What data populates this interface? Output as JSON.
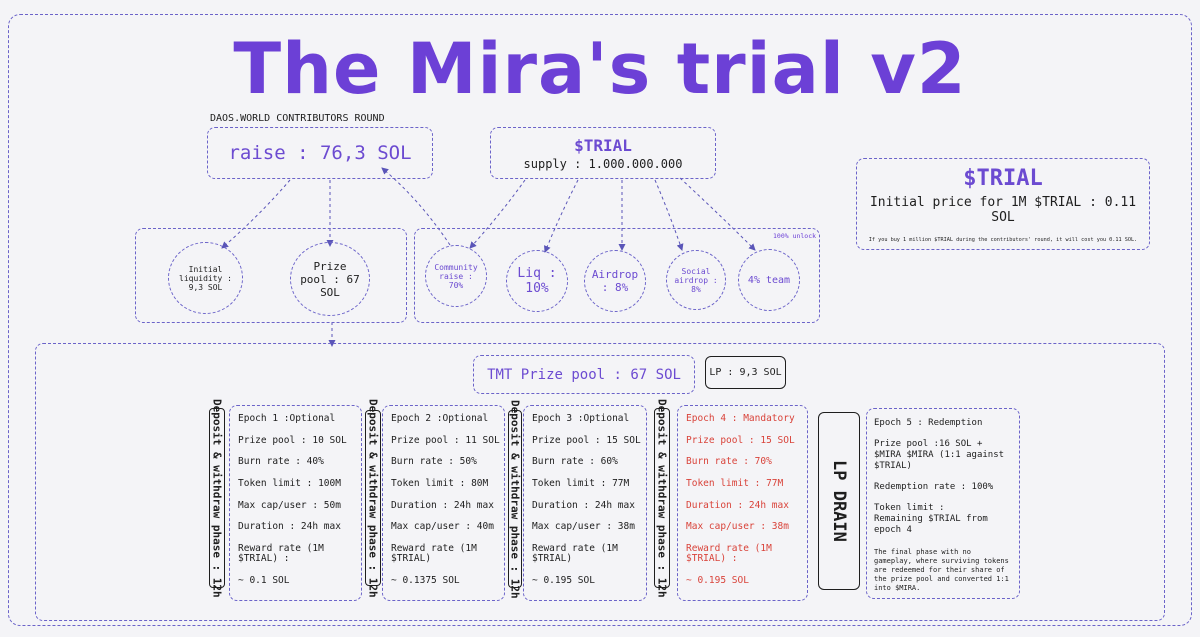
{
  "title": "The Mira's trial v2",
  "contributors": {
    "heading": "DAOS.WORLD CONTRIBUTORS ROUND",
    "raise": "raise : 76,3 SOL"
  },
  "token": {
    "name": "$TRIAL",
    "supply": "supply : 1.000.000.000"
  },
  "price_box": {
    "name": "$TRIAL",
    "price": "Initial price for 1M $TRIAL : 0.11 SOL",
    "note": "If you buy 1 million $TRIAL during the contributors' round, it will cost you 0.11 SOL."
  },
  "raise_split": {
    "liquidity": "Initial liquidity : 9,3 SOL",
    "prize_pool": "Prize pool : 67 SOL"
  },
  "allocation": {
    "unlock": "100% unlock",
    "community": "Community raise : 70%",
    "liq": "Liq : 10%",
    "airdrop": "Airdrop : 8%",
    "social": "Social airdrop : 8%",
    "team": "4% team"
  },
  "prize_pool_box": "TMT Prize pool : 67 SOL",
  "lp_box": "LP : 9,3 SOL",
  "phase_label": "Deposit & withdraw phase : 12h",
  "lp_drain": "LP DRAIN",
  "epochs": [
    {
      "lines": [
        "Epoch 1 :Optional",
        "Prize pool : 10 SOL",
        "Burn rate : 40%",
        "Token limit : 100M",
        "Max cap/user : 50m",
        "Duration : 24h max",
        "Reward rate (1M $TRIAL) :",
        "~ 0.1 SOL"
      ]
    },
    {
      "lines": [
        "Epoch 2 :Optional",
        "Prize pool : 11 SOL",
        "Burn rate : 50%",
        "Token limit : 80M",
        "Duration : 24h max",
        "Max cap/user : 40m",
        "Reward rate (1M $TRIAL)",
        "~ 0.1375 SOL"
      ]
    },
    {
      "lines": [
        "Epoch 3 :Optional",
        "Prize pool : 15 SOL",
        "Burn rate : 60%",
        "Token limit : 77M",
        "Duration : 24h max",
        "Max cap/user : 38m",
        "Reward rate (1M $TRIAL)",
        "~ 0.195 SOL"
      ]
    },
    {
      "lines": [
        "Epoch 4 : Mandatory",
        "Prize pool : 15 SOL",
        "Burn rate : 70%",
        "Token limit : 77M",
        "Duration : 24h max",
        "Max cap/user : 38m",
        "Reward rate (1M $TRIAL) :",
        "~ 0.195 SOL"
      ]
    }
  ],
  "epoch5": {
    "title": "Epoch 5 : Redemption",
    "pool": "Prize pool :16 SOL + $MIRA $MIRA (1:1 against $TRIAL)",
    "rate": "Redemption rate : 100%",
    "limit_label": "Token limit :",
    "limit_value": "Remaining $TRIAL from epoch 4",
    "note": "The final phase with no gameplay, where surviving tokens are redeemed for their share of the prize pool and converted 1:1 into $MIRA."
  },
  "colors": {
    "accent": "#6c40d6",
    "border": "#6b63c9",
    "alert": "#d9433a"
  }
}
